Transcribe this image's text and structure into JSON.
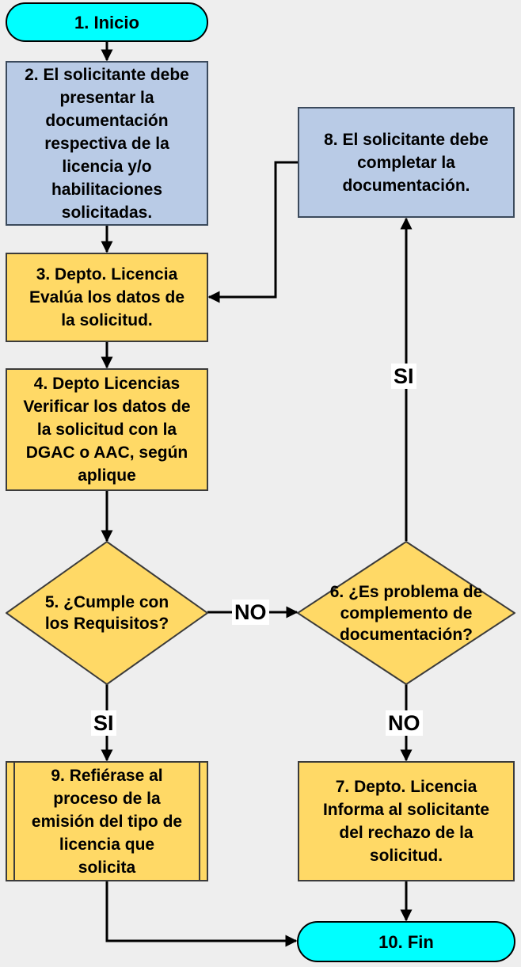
{
  "nodes": {
    "n1": "1. Inicio",
    "n2": "2. El solicitante debe\npresentar la\ndocumentación\nrespectiva de la\nlicencia y/o\nhabilitaciones\nsolicitadas.",
    "n3": "3. Depto. Licencia\nEvalúa los datos de\nla solicitud.",
    "n4": "4. Depto Licencias\nVerificar los datos de\nla solicitud con la\nDGAC o AAC, según\naplique",
    "n5": "5. ¿Cumple con\nlos Requisitos?",
    "n6": "6. ¿Es problema de\ncomplemento de\ndocumentación?",
    "n7": "7. Depto. Licencia\nInforma al solicitante\ndel rechazo de la\nsolicitud.",
    "n8": "8. El solicitante debe\ncompletar la\ndocumentación.",
    "n9": "9. Refiérase al\nproceso de la\nemisión del tipo de\nlicencia que\nsolicita",
    "n10": "10. Fin"
  },
  "edge_labels": {
    "n5_no": "NO",
    "n5_si": "SI",
    "n6_si": "SI",
    "n6_no": "NO"
  },
  "colors": {
    "terminal": "#00ffff",
    "process_blue": "#b9cbe6",
    "process_yellow": "#ffd966",
    "background": "#eeeeee"
  }
}
